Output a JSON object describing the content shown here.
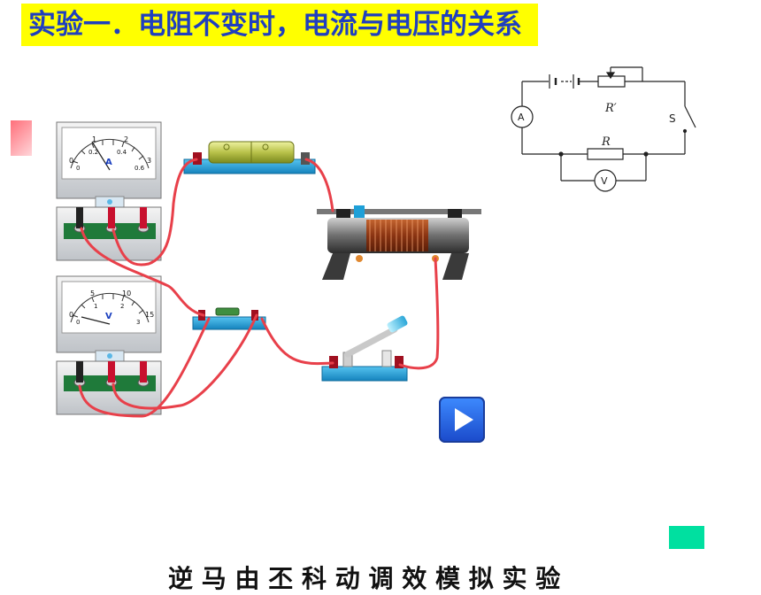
{
  "slide": {
    "title": "实验一．电阻不变时，电流与电压的关系",
    "bottom_text": "逆 马 由 丕 科 动 调 效 模 拟 实 验"
  },
  "ammeter": {
    "letter": "A",
    "scale_top": [
      "0",
      "1",
      "2",
      "3"
    ],
    "scale_bottom": [
      "0",
      "0.2",
      "0.4",
      "0.6"
    ]
  },
  "voltmeter": {
    "letter": "V",
    "scale_top": [
      "0",
      "5",
      "10",
      "15"
    ],
    "scale_bottom": [
      "0",
      "1",
      "2",
      "3"
    ]
  },
  "schematic": {
    "ammeter_label": "A",
    "voltmeter_label": "V",
    "rheostat_label": "R′",
    "resistor_label": "R",
    "switch_label": "S"
  },
  "icons": {
    "play": "play-icon"
  },
  "colors": {
    "title_bg": "#ffff00",
    "title_text": "#1f3fbf",
    "wire": "#e8404a",
    "board": "#1ea0d8"
  }
}
